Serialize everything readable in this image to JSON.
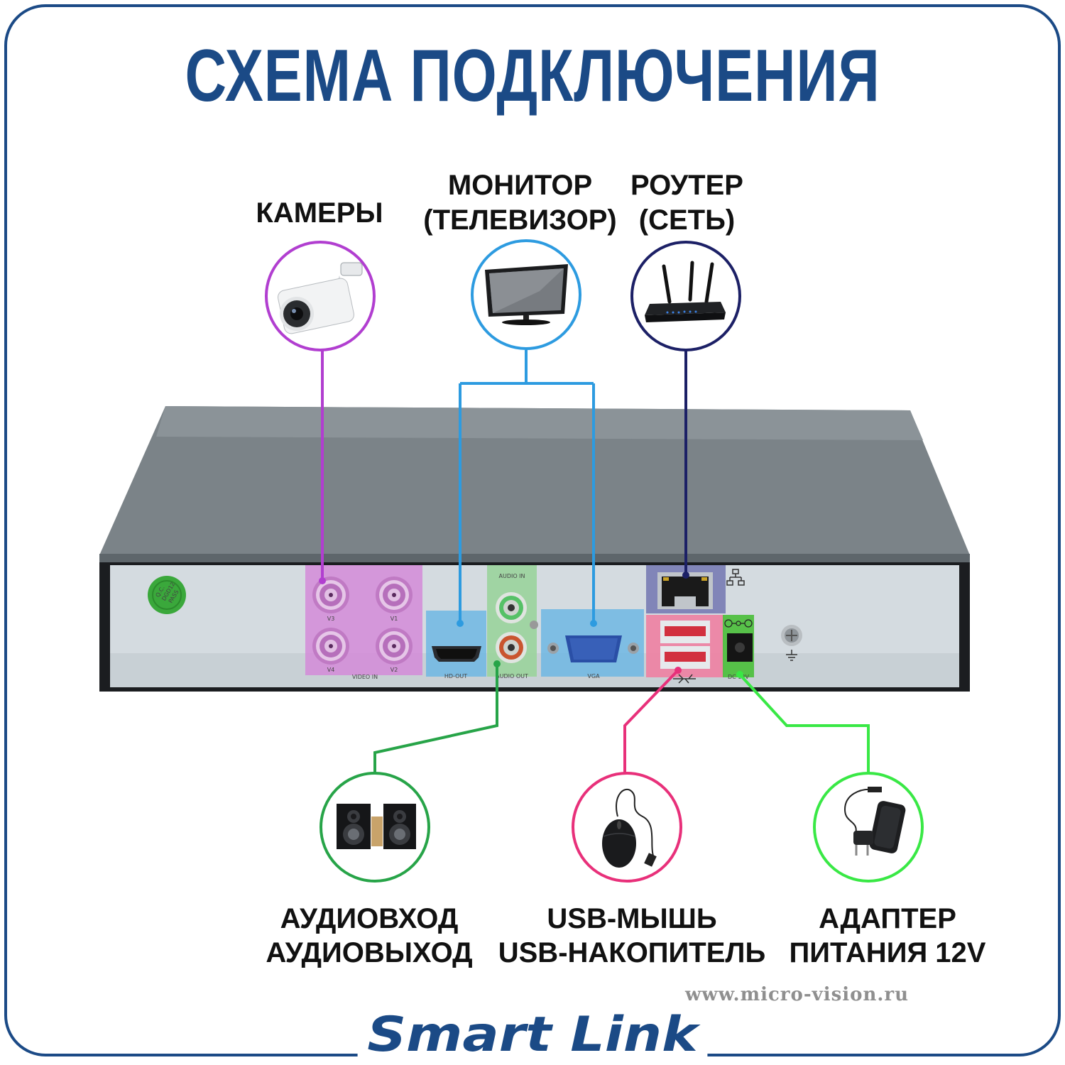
{
  "title": "СХЕМА ПОДКЛЮЧЕНИЯ",
  "devices": {
    "cameras": {
      "label": [
        "КАМЕРЫ"
      ],
      "icon": "cctv-camera-icon",
      "color": "#b13ed0"
    },
    "monitor": {
      "label": [
        "МОНИТОР",
        "(ТЕЛЕВИЗОР)"
      ],
      "icon": "tv-icon",
      "color": "#2d9be0"
    },
    "router": {
      "label": [
        "РОУТЕР",
        "(СЕТЬ)"
      ],
      "icon": "router-icon",
      "color": "#1c2066"
    },
    "audio": {
      "label": [
        "АУДИОВХОД",
        "АУДИОВЫХОД"
      ],
      "icon": "speakers-icon",
      "color": "#27a448"
    },
    "usb": {
      "label": [
        "USB-МЫШЬ",
        "USB-НАКОПИТЕЛЬ"
      ],
      "icon": "mouse-icon",
      "color": "#e8307a"
    },
    "power": {
      "label": [
        "АДАПТЕР",
        "ПИТАНИЯ 12V"
      ],
      "icon": "power-adapter-icon",
      "color": "#39e845"
    }
  },
  "ports": {
    "video_in": "VIDEO IN",
    "video_channels": [
      "V3",
      "V1",
      "V4",
      "V2"
    ],
    "hd_out": "HD-OUT",
    "audio_in": "AUDIO IN",
    "audio_out": "AUDIO OUT",
    "vga": "VGA",
    "dc": "DC 12V",
    "qc_sticker": [
      "Q.C.",
      "DGD12",
      "PASS"
    ]
  },
  "website": "www.micro-vision.ru",
  "brand": "Smart Link",
  "colors": {
    "title": "#1b4a86",
    "frame": "#1b4a86",
    "brand": "#1b4a86"
  }
}
